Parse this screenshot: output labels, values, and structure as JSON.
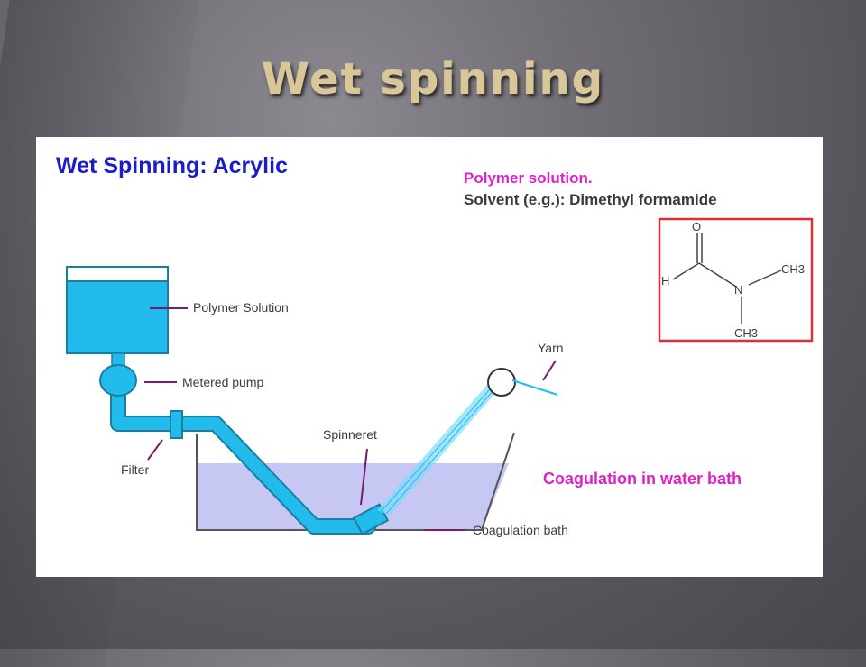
{
  "slide_title": "Wet spinning",
  "figure": {
    "heading": "Wet Spinning: Acrylic",
    "polymer_heading": "Polymer solution.",
    "solvent_line": "Solvent (e.g.): Dimethyl formamide",
    "coagulation_note": "Coagulation in water bath",
    "labels": {
      "polymer_solution": "Polymer Solution",
      "metered_pump": "Metered pump",
      "filter": "Filter",
      "spinneret": "Spinneret",
      "yarn": "Yarn",
      "coagulation_bath": "Coagulation bath"
    },
    "molecule": {
      "oxygen": "O",
      "hydrogen": "H",
      "nitrogen": "N",
      "methyl_right": "CH3",
      "methyl_bottom": "CH3"
    },
    "colors": {
      "heading": "#1c1cc8",
      "highlight": "#e020c8",
      "polymer_fluid": "#22bcec",
      "bath_water": "#c7c7f4",
      "molecule_box": "#e03030"
    }
  }
}
